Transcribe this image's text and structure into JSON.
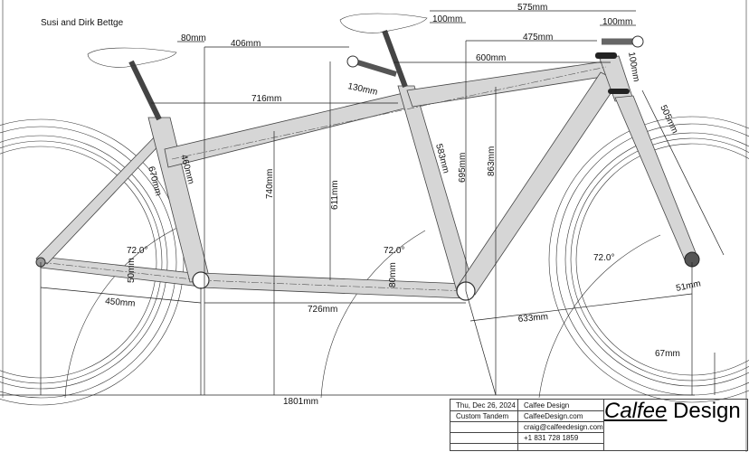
{
  "drawing": {
    "customer": "Susi and Dirk Bettge",
    "dimensions": {
      "stoker_setback": "80mm",
      "stoker_bar_reach": "406mm",
      "rear_top_length": "716mm",
      "stoker_stem": "130mm",
      "captain_setback": "100mm",
      "saddle_to_bar": "575mm",
      "captain_reach": "475mm",
      "stem_length": "100mm",
      "front_top_tube": "600mm",
      "stack_spacer": "100mm",
      "fork_length": "505mm",
      "rear_seat_tube": "460mm",
      "rear_seat_height": "670mm",
      "rear_saddle_height": "740mm",
      "stoker_bar_height": "611mm",
      "front_seat_tube": "583mm",
      "front_saddle_height": "695mm",
      "bar_height": "863mm",
      "rear_angle": "72.0°",
      "front_seat_angle": "72.0°",
      "head_angle": "72.0°",
      "rear_bb_drop": "50mm",
      "front_bb_drop": "80mm",
      "chainstay": "450mm",
      "boom_length": "726mm",
      "front_center": "633mm",
      "fork_offset": "51mm",
      "trail": "67mm",
      "wheelbase": "1801mm"
    }
  },
  "title_block": {
    "date": "Thu, Dec 26, 2024",
    "model": "Custom Tandem",
    "company": "Calfee Design",
    "website": "CalfeeDesign.com",
    "email": "craig@calfeedesign.com",
    "phone": "+1 831 728 1859",
    "logo_part1": "Calfee",
    "logo_part2": " Design"
  }
}
